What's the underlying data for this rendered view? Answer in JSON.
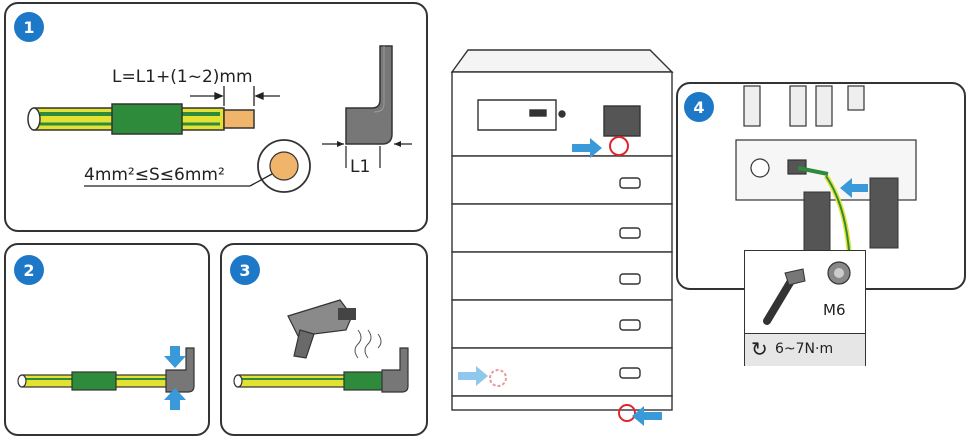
{
  "steps": {
    "step1": {
      "number": "1",
      "length_formula": "L=L1+(1~2)mm",
      "cross_section": "4mm²≤S≤6mm²",
      "bend_label": "L1"
    },
    "step2": {
      "number": "2"
    },
    "step3": {
      "number": "3"
    },
    "step4": {
      "number": "4",
      "bolt": "M6",
      "torque": "6~7N·m"
    }
  },
  "colors": {
    "badge": "#1e78c8",
    "arrow": "#3a9ad9",
    "arrow_light": "#8fc8ec",
    "cable_yellow": "#e3e233",
    "cable_green": "#2e8b3c",
    "lug": "#f0b46a",
    "highlight_red": "#e0262c"
  }
}
